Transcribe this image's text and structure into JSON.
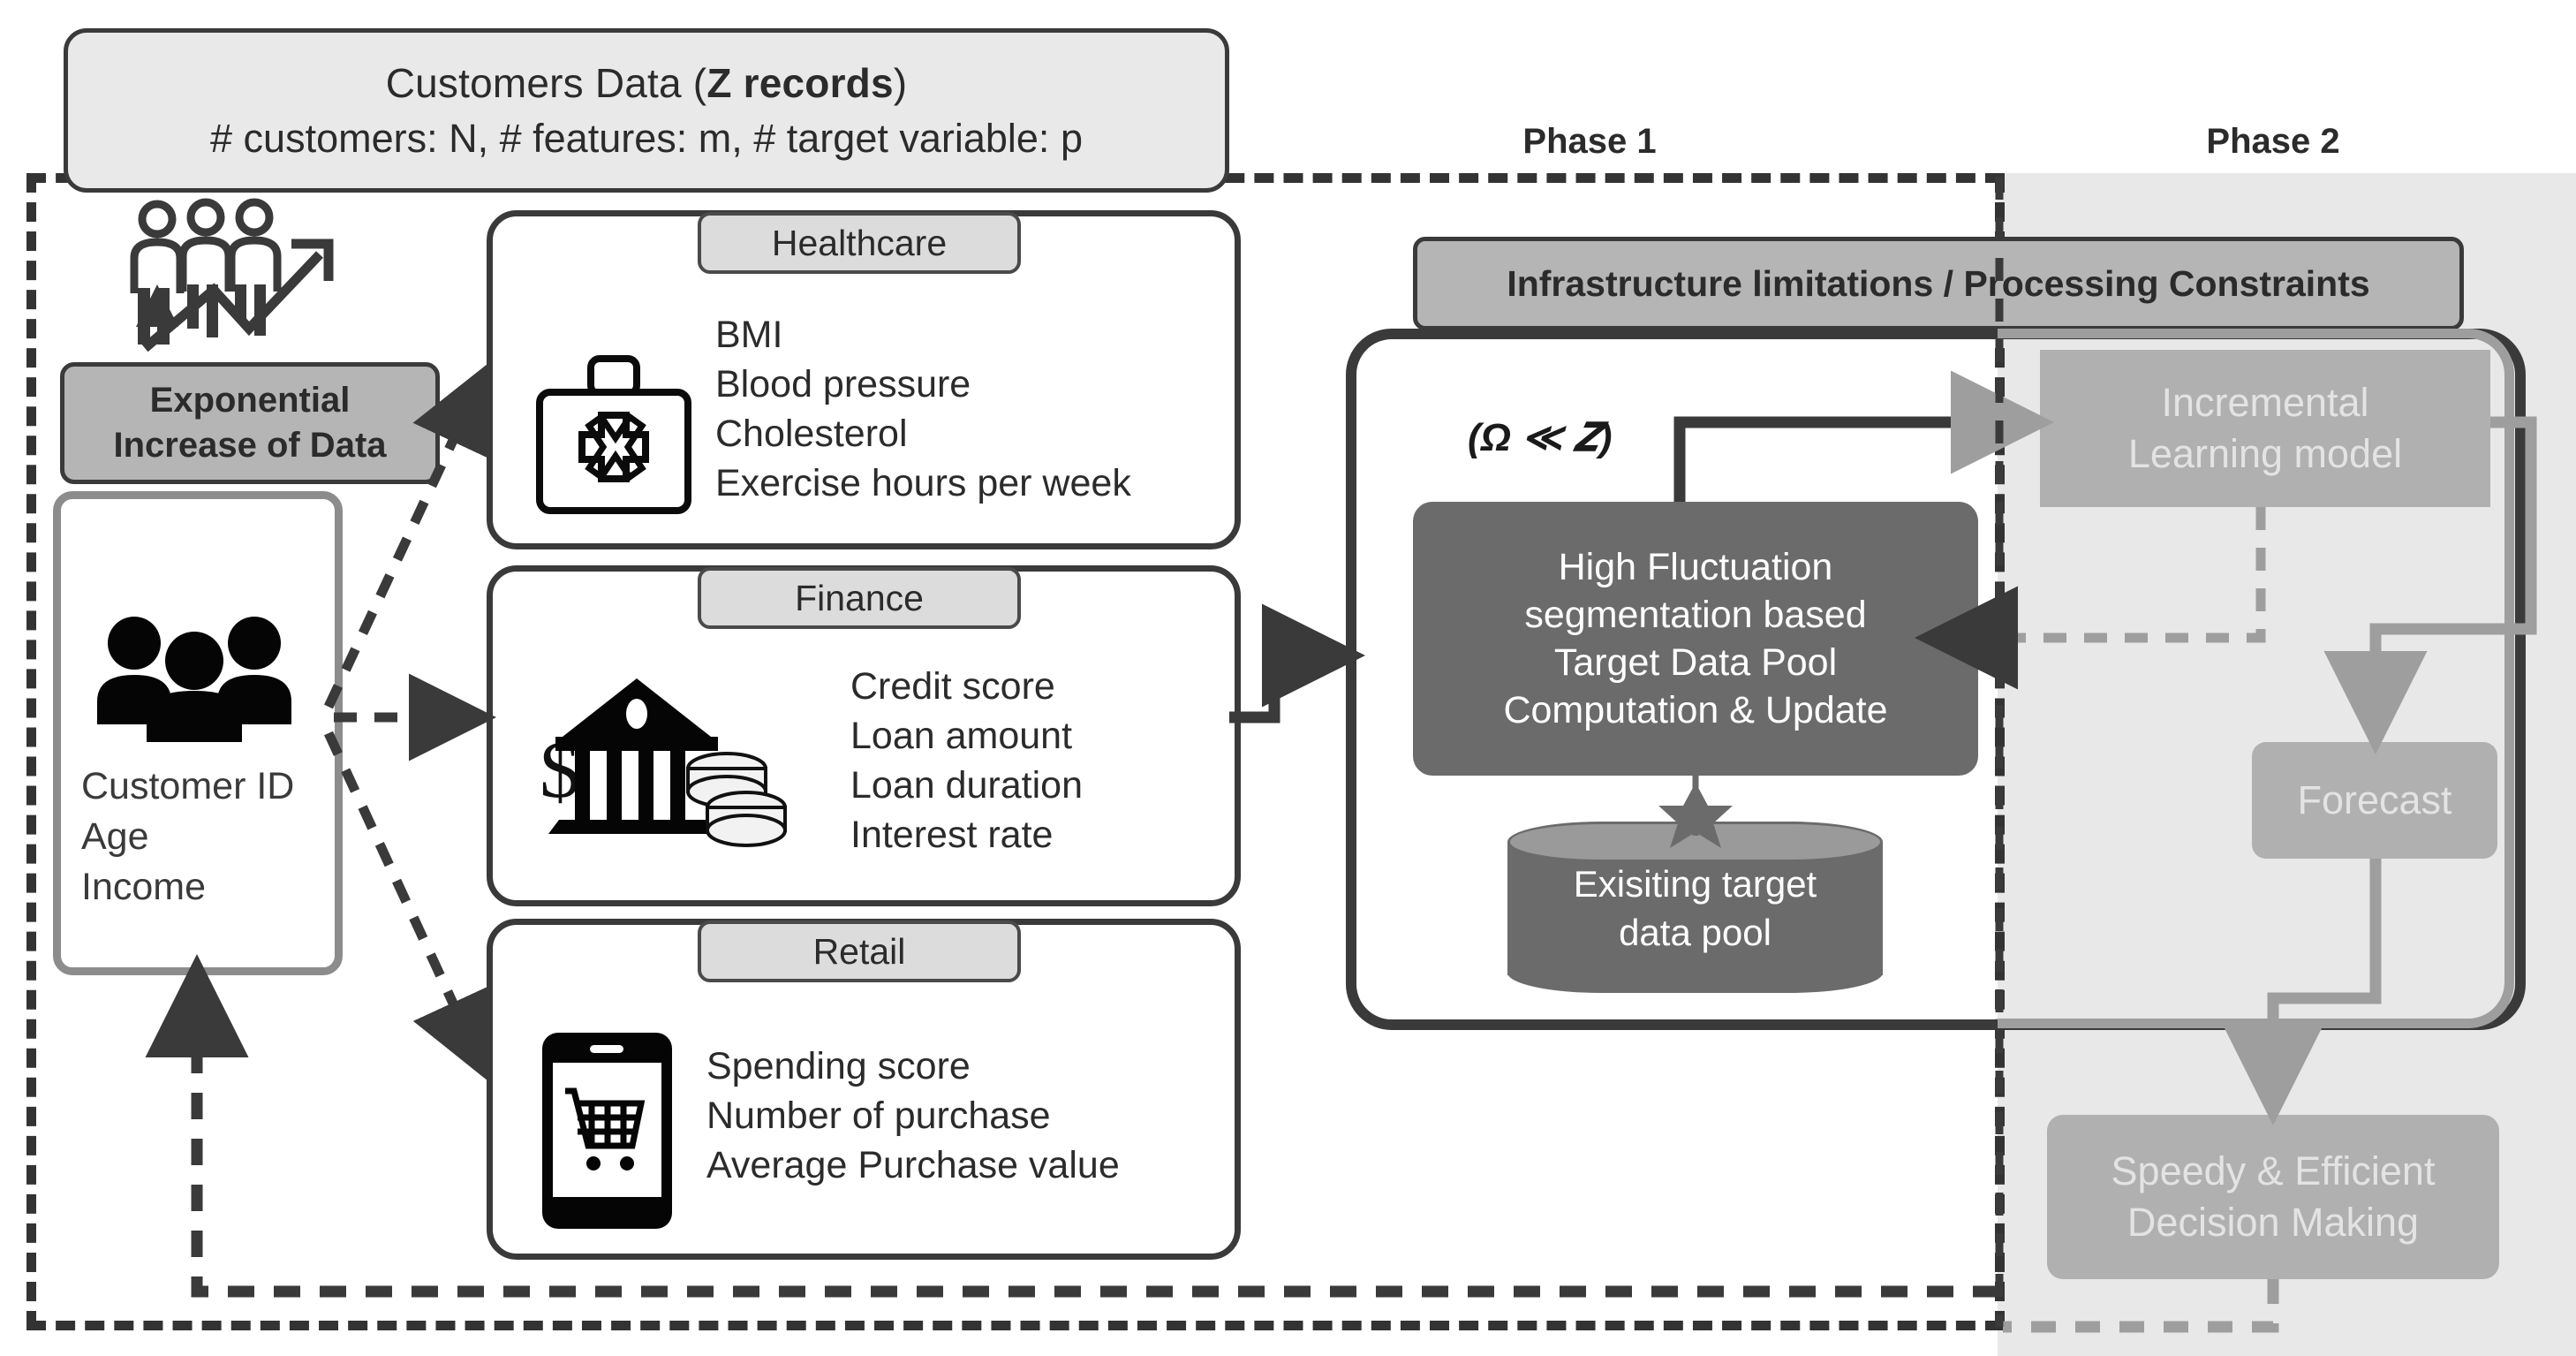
{
  "header": {
    "title_prefix": "Customers Data (",
    "title_bold": "Z records",
    "title_suffix": ")",
    "subtitle": "# customers: N, # features: m, # target variable: p"
  },
  "phases": {
    "phase1_label": "Phase 1",
    "phase2_label": "Phase 2"
  },
  "left": {
    "exponential_label_line1": "Exponential",
    "exponential_label_line2": "Increase of Data",
    "growth_icon": "people-growth-icon",
    "customer_icon": "customers-group-icon",
    "customer_attributes": [
      "Customer ID",
      "Age",
      "Income"
    ]
  },
  "domains": [
    {
      "id": "healthcare",
      "chip": "Healthcare",
      "icon": "medical-kit-icon",
      "items": [
        "BMI",
        "Blood pressure",
        "Cholesterol",
        "Exercise hours per week"
      ]
    },
    {
      "id": "finance",
      "chip": "Finance",
      "icon": "bank-coins-icon",
      "items": [
        "Credit score",
        "Loan amount",
        "Loan duration",
        "Interest rate"
      ]
    },
    {
      "id": "retail",
      "chip": "Retail",
      "icon": "mobile-cart-icon",
      "items": [
        "Spending score",
        "Number of purchase",
        "Average Purchase value"
      ]
    }
  ],
  "phase1": {
    "infra_banner": "Infrastructure limitations / Processing Constraints",
    "omega_note": "(Ω ≪ 𝒁)",
    "high_fluctuation_lines": [
      "High Fluctuation",
      "segmentation based",
      "Target Data Pool",
      "Computation & Update"
    ],
    "data_pool_lines": [
      "Exisiting target",
      "data pool"
    ],
    "star_icon": "six-point-star-icon"
  },
  "phase2": {
    "incremental_lines": [
      "Incremental",
      "Learning model"
    ],
    "forecast_label": "Forecast",
    "decision_lines": [
      "Speedy & Efficient",
      "Decision Making"
    ]
  },
  "colors": {
    "dark_outline": "#3a3a3a",
    "dark_fill": "#6b6b6b",
    "mid_gray": "#b5b5b5",
    "phase2_band": "#e8e8e8",
    "phase2_box": "#b0b0b0",
    "chip_fill": "#dcdcdc",
    "header_fill": "#e9e9e9",
    "customer_border": "#8c8c8c"
  }
}
